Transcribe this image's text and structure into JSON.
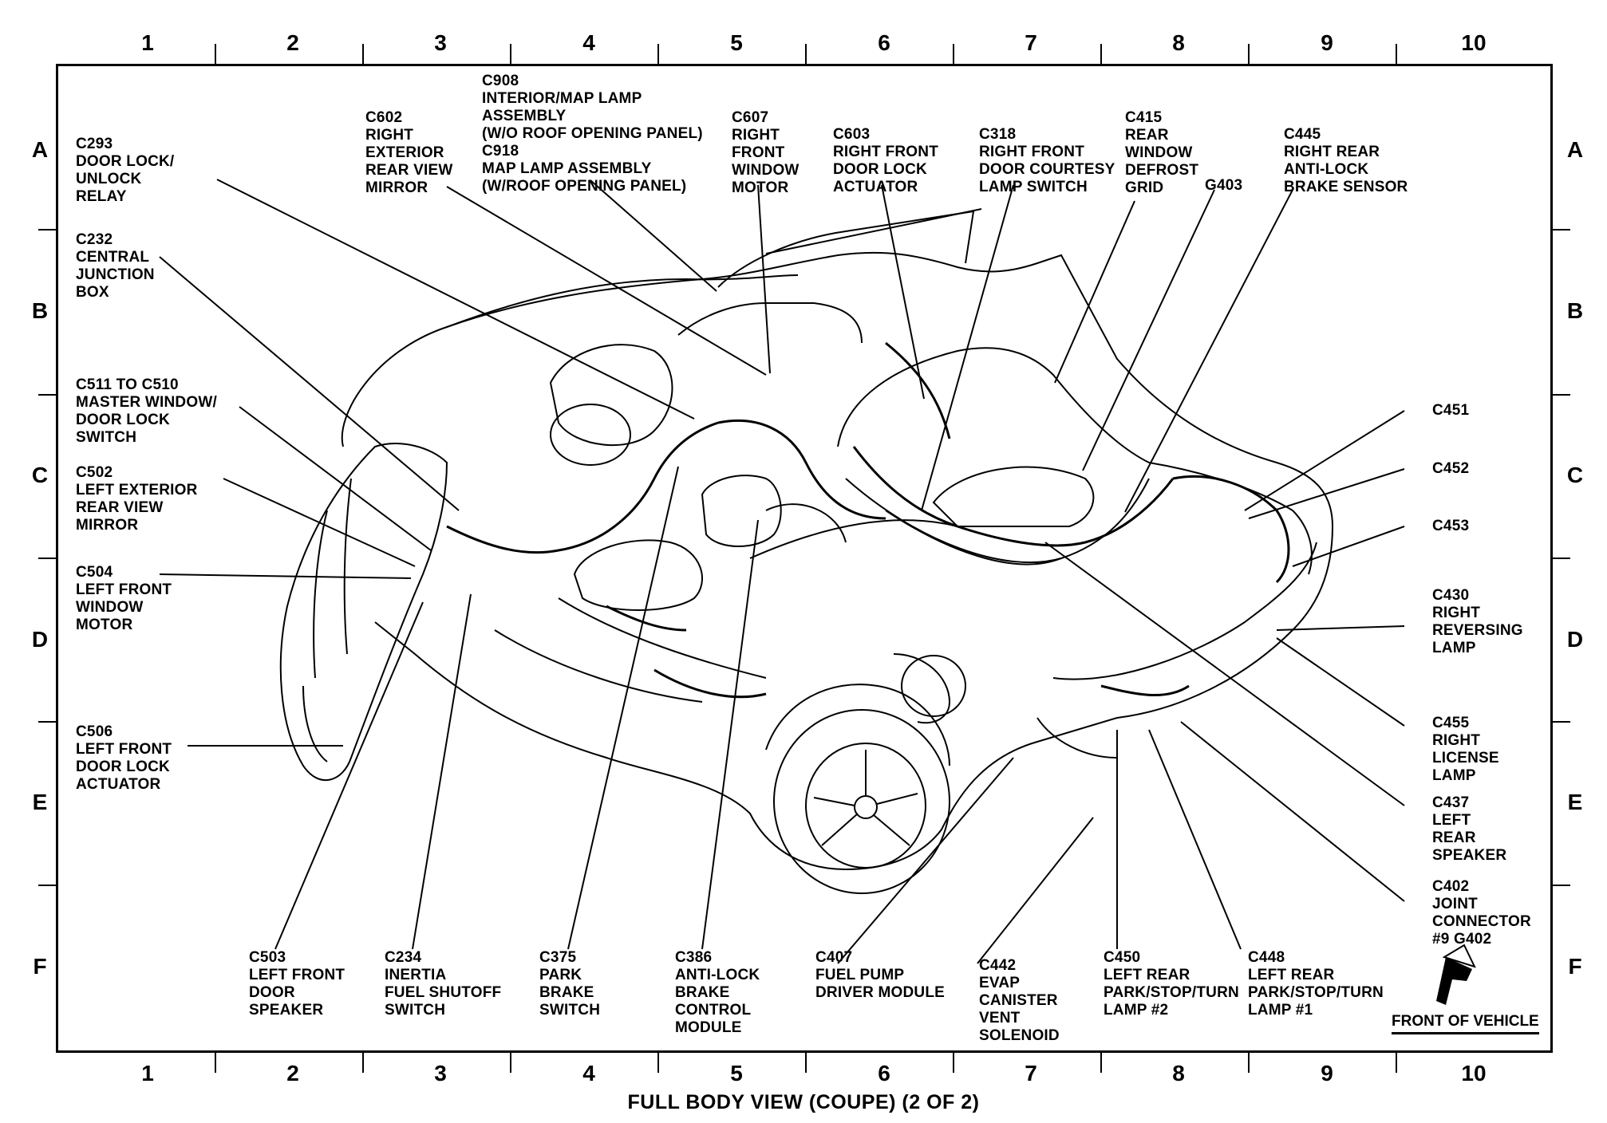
{
  "columns": [
    "1",
    "2",
    "3",
    "4",
    "5",
    "6",
    "7",
    "8",
    "9",
    "10"
  ],
  "rows": [
    "A",
    "B",
    "C",
    "D",
    "E",
    "F"
  ],
  "callouts": {
    "c293": "C293\nDOOR LOCK/\nUNLOCK\nRELAY",
    "c232": "C232\nCENTRAL\nJUNCTION\nBOX",
    "c511": "C511 TO C510\nMASTER WINDOW/\nDOOR LOCK\nSWITCH",
    "c502": "C502\nLEFT EXTERIOR\nREAR VIEW\nMIRROR",
    "c504": "C504\nLEFT FRONT\nWINDOW\nMOTOR",
    "c506": "C506\nLEFT FRONT\nDOOR LOCK\nACTUATOR",
    "c602": "C602\nRIGHT\nEXTERIOR\nREAR VIEW\nMIRROR",
    "c908": "C908\nINTERIOR/MAP LAMP\nASSEMBLY\n(W/O ROOF OPENING PANEL)\nC918\nMAP LAMP ASSEMBLY\n(W/ROOF OPENING PANEL)",
    "c607": "C607\nRIGHT\nFRONT\nWINDOW\nMOTOR",
    "c603": "C603\nRIGHT FRONT\nDOOR LOCK\nACTUATOR",
    "c318": "C318\nRIGHT FRONT\nDOOR COURTESY\nLAMP SWITCH",
    "c415": "C415\nREAR\nWINDOW\nDEFROST\nGRID",
    "g403": "G403",
    "c445": "C445\nRIGHT REAR\nANTI-LOCK\nBRAKE SENSOR",
    "c451": "C451",
    "c452": "C452",
    "c453": "C453",
    "c430": "C430\nRIGHT\nREVERSING\nLAMP",
    "c455": "C455\nRIGHT\nLICENSE\nLAMP",
    "c437": "C437\nLEFT\nREAR\nSPEAKER",
    "c402": "C402\nJOINT\nCONNECTOR\n#9 G402",
    "c503": "C503\nLEFT FRONT\nDOOR\nSPEAKER",
    "c234": "C234\nINERTIA\nFUEL SHUTOFF\nSWITCH",
    "c375": "C375\nPARK\nBRAKE\nSWITCH",
    "c386": "C386\nANTI-LOCK\nBRAKE\nCONTROL\nMODULE",
    "c407": "C407\nFUEL PUMP\nDRIVER MODULE",
    "c442": "C442\nEVAP\nCANISTER\nVENT\nSOLENOID",
    "c450": "C450\nLEFT REAR\nPARK/STOP/TURN\nLAMP #2",
    "c448": "C448\nLEFT REAR\nPARK/STOP/TURN\nLAMP #1"
  },
  "front_of_vehicle": "FRONT OF VEHICLE",
  "title": "FULL BODY VIEW  (COUPE) (2 OF 2)"
}
